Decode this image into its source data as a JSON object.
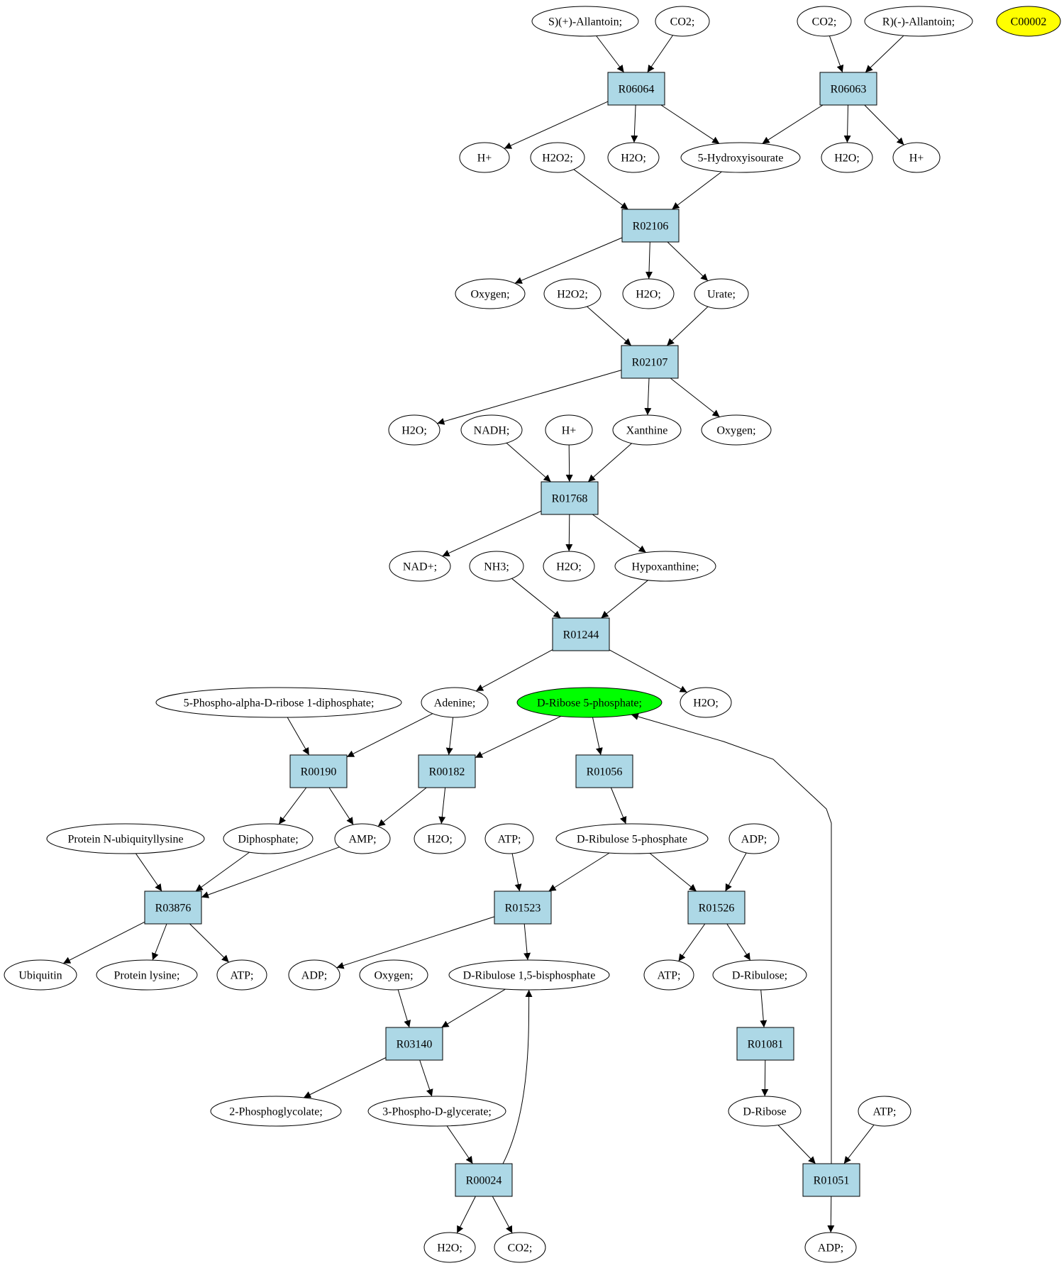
{
  "colors": {
    "reaction_fill": "#add8e6",
    "compound_fill": "#ffffff",
    "highlight_green": "#00ff00",
    "highlight_yellow": "#ffff00",
    "stroke": "#000000"
  },
  "reactions": [
    {
      "id": "R06064",
      "label": "R06064"
    },
    {
      "id": "R06063",
      "label": "R06063"
    },
    {
      "id": "R02106",
      "label": "R02106"
    },
    {
      "id": "R02107",
      "label": "R02107"
    },
    {
      "id": "R01768",
      "label": "R01768"
    },
    {
      "id": "R01244",
      "label": "R01244"
    },
    {
      "id": "R00190",
      "label": "R00190"
    },
    {
      "id": "R00182",
      "label": "R00182"
    },
    {
      "id": "R01056",
      "label": "R01056"
    },
    {
      "id": "R03876",
      "label": "R03876"
    },
    {
      "id": "R01523",
      "label": "R01523"
    },
    {
      "id": "R01526",
      "label": "R01526"
    },
    {
      "id": "R03140",
      "label": "R03140"
    },
    {
      "id": "R01081",
      "label": "R01081"
    },
    {
      "id": "R00024",
      "label": "R00024"
    },
    {
      "id": "R01051",
      "label": "R01051"
    }
  ],
  "compounds": [
    {
      "id": "c1",
      "label": "S)(+)-Allantoin;"
    },
    {
      "id": "c2",
      "label": "CO2;"
    },
    {
      "id": "c3",
      "label": "CO2;"
    },
    {
      "id": "c4",
      "label": "R)(-)-Allantoin;"
    },
    {
      "id": "c5",
      "label": "C00002",
      "color": "highlight_yellow"
    },
    {
      "id": "c6",
      "label": "H+"
    },
    {
      "id": "c7",
      "label": "H2O2;"
    },
    {
      "id": "c8",
      "label": "H2O;"
    },
    {
      "id": "c9",
      "label": "5-Hydroxyisourate"
    },
    {
      "id": "c10",
      "label": "H2O;"
    },
    {
      "id": "c11",
      "label": "H+"
    },
    {
      "id": "c12",
      "label": "Oxygen;"
    },
    {
      "id": "c13",
      "label": "H2O2;"
    },
    {
      "id": "c14",
      "label": "H2O;"
    },
    {
      "id": "c15",
      "label": "Urate;"
    },
    {
      "id": "c16",
      "label": "H2O;"
    },
    {
      "id": "c17",
      "label": "NADH;"
    },
    {
      "id": "c18",
      "label": "H+"
    },
    {
      "id": "c19",
      "label": "Xanthine"
    },
    {
      "id": "c20",
      "label": "Oxygen;"
    },
    {
      "id": "c21",
      "label": "NAD+;"
    },
    {
      "id": "c22",
      "label": "NH3;"
    },
    {
      "id": "c23",
      "label": "H2O;"
    },
    {
      "id": "c24",
      "label": "Hypoxanthine;"
    },
    {
      "id": "c25",
      "label": "5-Phospho-alpha-D-ribose 1-diphosphate;"
    },
    {
      "id": "c26",
      "label": "Adenine;"
    },
    {
      "id": "c27",
      "label": "D-Ribose 5-phosphate;",
      "color": "highlight_green"
    },
    {
      "id": "c28",
      "label": "H2O;"
    },
    {
      "id": "c29",
      "label": "Protein N-ubiquityllysine"
    },
    {
      "id": "c30",
      "label": "Diphosphate;"
    },
    {
      "id": "c31",
      "label": "AMP;"
    },
    {
      "id": "c32",
      "label": "H2O;"
    },
    {
      "id": "c33",
      "label": "ATP;"
    },
    {
      "id": "c34",
      "label": "D-Ribulose 5-phosphate"
    },
    {
      "id": "c35",
      "label": "ADP;"
    },
    {
      "id": "c36",
      "label": "Ubiquitin"
    },
    {
      "id": "c37",
      "label": "Protein lysine;"
    },
    {
      "id": "c38",
      "label": "ATP;"
    },
    {
      "id": "c39",
      "label": "ADP;"
    },
    {
      "id": "c40",
      "label": "Oxygen;"
    },
    {
      "id": "c41",
      "label": "D-Ribulose 1,5-bisphosphate"
    },
    {
      "id": "c42",
      "label": "ATP;"
    },
    {
      "id": "c43",
      "label": "D-Ribulose;"
    },
    {
      "id": "c44",
      "label": "2-Phosphoglycolate;"
    },
    {
      "id": "c45",
      "label": "3-Phospho-D-glycerate;"
    },
    {
      "id": "c46",
      "label": "D-Ribose"
    },
    {
      "id": "c47",
      "label": "ATP;"
    },
    {
      "id": "c48",
      "label": "H2O;"
    },
    {
      "id": "c49",
      "label": "CO2;"
    },
    {
      "id": "c50",
      "label": "ADP;"
    }
  ],
  "edges": [
    {
      "from": "c1",
      "to": "R06064"
    },
    {
      "from": "c2",
      "to": "R06064"
    },
    {
      "from": "R06064",
      "to": "c6"
    },
    {
      "from": "R06064",
      "to": "c8"
    },
    {
      "from": "R06064",
      "to": "c9"
    },
    {
      "from": "c3",
      "to": "R06063"
    },
    {
      "from": "c4",
      "to": "R06063"
    },
    {
      "from": "R06063",
      "to": "c9"
    },
    {
      "from": "R06063",
      "to": "c10"
    },
    {
      "from": "R06063",
      "to": "c11"
    },
    {
      "from": "c7",
      "to": "R02106"
    },
    {
      "from": "c9",
      "to": "R02106"
    },
    {
      "from": "R02106",
      "to": "c12"
    },
    {
      "from": "R02106",
      "to": "c14"
    },
    {
      "from": "R02106",
      "to": "c15"
    },
    {
      "from": "c13",
      "to": "R02107"
    },
    {
      "from": "c15",
      "to": "R02107"
    },
    {
      "from": "R02107",
      "to": "c16"
    },
    {
      "from": "R02107",
      "to": "c19"
    },
    {
      "from": "R02107",
      "to": "c20"
    },
    {
      "from": "c17",
      "to": "R01768"
    },
    {
      "from": "c18",
      "to": "R01768"
    },
    {
      "from": "c19",
      "to": "R01768"
    },
    {
      "from": "R01768",
      "to": "c21"
    },
    {
      "from": "R01768",
      "to": "c23"
    },
    {
      "from": "R01768",
      "to": "c24"
    },
    {
      "from": "c22",
      "to": "R01244"
    },
    {
      "from": "c24",
      "to": "R01244"
    },
    {
      "from": "R01244",
      "to": "c26"
    },
    {
      "from": "R01244",
      "to": "c28"
    },
    {
      "from": "c25",
      "to": "R00190"
    },
    {
      "from": "c26",
      "to": "R00190"
    },
    {
      "from": "c26",
      "to": "R00182"
    },
    {
      "from": "c27",
      "to": "R00182"
    },
    {
      "from": "c27",
      "to": "R01056"
    },
    {
      "from": "R00190",
      "to": "c30"
    },
    {
      "from": "R00190",
      "to": "c31"
    },
    {
      "from": "R00182",
      "to": "c31"
    },
    {
      "from": "R00182",
      "to": "c32"
    },
    {
      "from": "R01056",
      "to": "c34"
    },
    {
      "from": "c29",
      "to": "R03876"
    },
    {
      "from": "c30",
      "to": "R03876"
    },
    {
      "from": "c31",
      "to": "R03876"
    },
    {
      "from": "R03876",
      "to": "c36"
    },
    {
      "from": "R03876",
      "to": "c37"
    },
    {
      "from": "R03876",
      "to": "c38"
    },
    {
      "from": "c33",
      "to": "R01523"
    },
    {
      "from": "c34",
      "to": "R01523"
    },
    {
      "from": "c34",
      "to": "R01526"
    },
    {
      "from": "c35",
      "to": "R01526"
    },
    {
      "from": "R01523",
      "to": "c39"
    },
    {
      "from": "R01523",
      "to": "c41"
    },
    {
      "from": "R01526",
      "to": "c42"
    },
    {
      "from": "R01526",
      "to": "c43"
    },
    {
      "from": "c40",
      "to": "R03140"
    },
    {
      "from": "c41",
      "to": "R03140"
    },
    {
      "from": "c43",
      "to": "R01081"
    },
    {
      "from": "R03140",
      "to": "c44"
    },
    {
      "from": "R03140",
      "to": "c45"
    },
    {
      "from": "R01081",
      "to": "c46"
    },
    {
      "from": "c45",
      "to": "R00024"
    },
    {
      "from": "R00024",
      "to": "c48"
    },
    {
      "from": "R00024",
      "to": "c49"
    },
    {
      "from": "R00024",
      "to": "c41"
    },
    {
      "from": "c46",
      "to": "R01051"
    },
    {
      "from": "c47",
      "to": "R01051"
    },
    {
      "from": "R01051",
      "to": "c50"
    },
    {
      "from": "R01051",
      "to": "c27"
    }
  ]
}
